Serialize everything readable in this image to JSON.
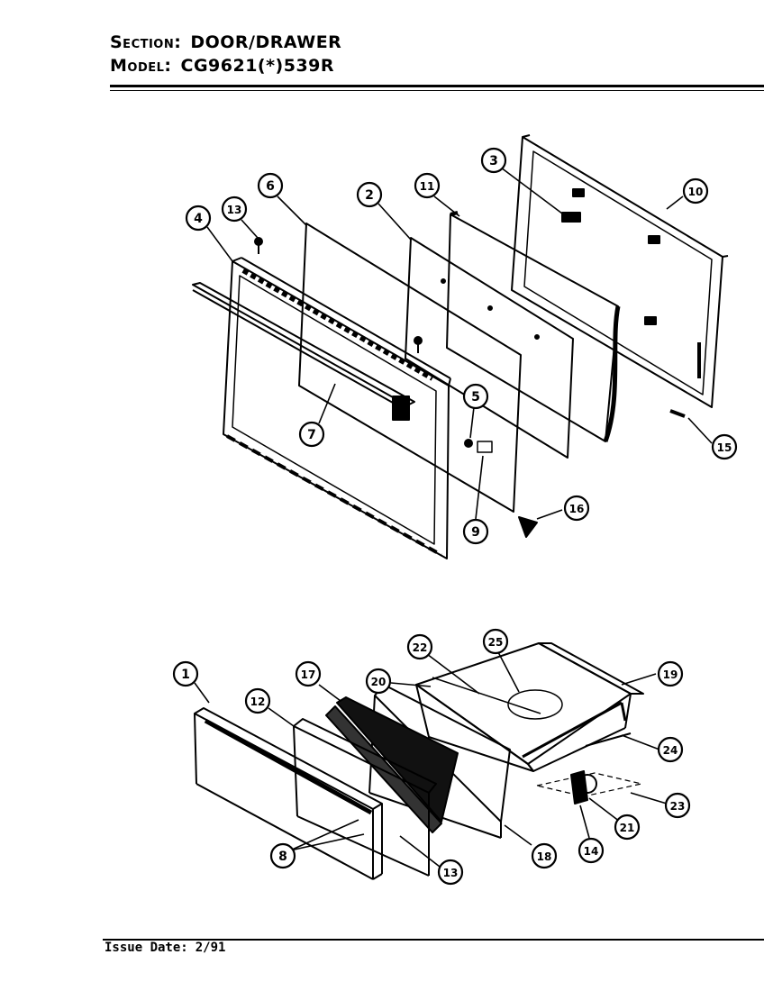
{
  "header": {
    "section_label": "Section:",
    "section_value": "DOOR/DRAWER",
    "model_label": "Model:",
    "model_value": "CG9621(*)539R"
  },
  "footer": {
    "issue_label": "Issue Date:",
    "issue_value": "2/91"
  },
  "callouts": {
    "door": [
      "4",
      "13",
      "6",
      "2",
      "11",
      "3",
      "10",
      "7",
      "5",
      "9",
      "16",
      "15"
    ],
    "drawer": [
      "1",
      "12",
      "17",
      "20",
      "22",
      "25",
      "19",
      "24",
      "23",
      "21",
      "14",
      "18",
      "8",
      "13"
    ]
  }
}
